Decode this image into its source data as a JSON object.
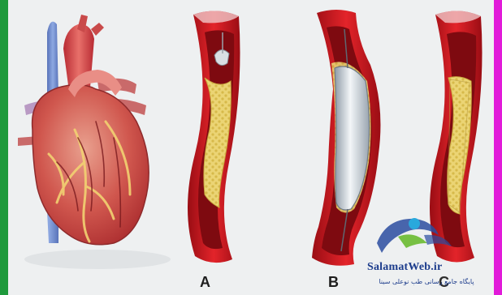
{
  "panels": [
    {
      "label": "A"
    },
    {
      "label": "B"
    },
    {
      "label": "C"
    }
  ],
  "watermark": {
    "title": "SalamatWeb.ir",
    "subtitle": "پایگاه جامع رسانی طب نوعلی سینا"
  },
  "colors": {
    "artery_wall": "#c5141a",
    "artery_lumen": "#7e0a10",
    "plaque": "#e7cf6a",
    "balloon": "#cfd6dc",
    "heart": "#c63b3a",
    "vein": "#6e8fd0",
    "left_border": "#1f9a3c",
    "right_border": "#e11ad9"
  }
}
